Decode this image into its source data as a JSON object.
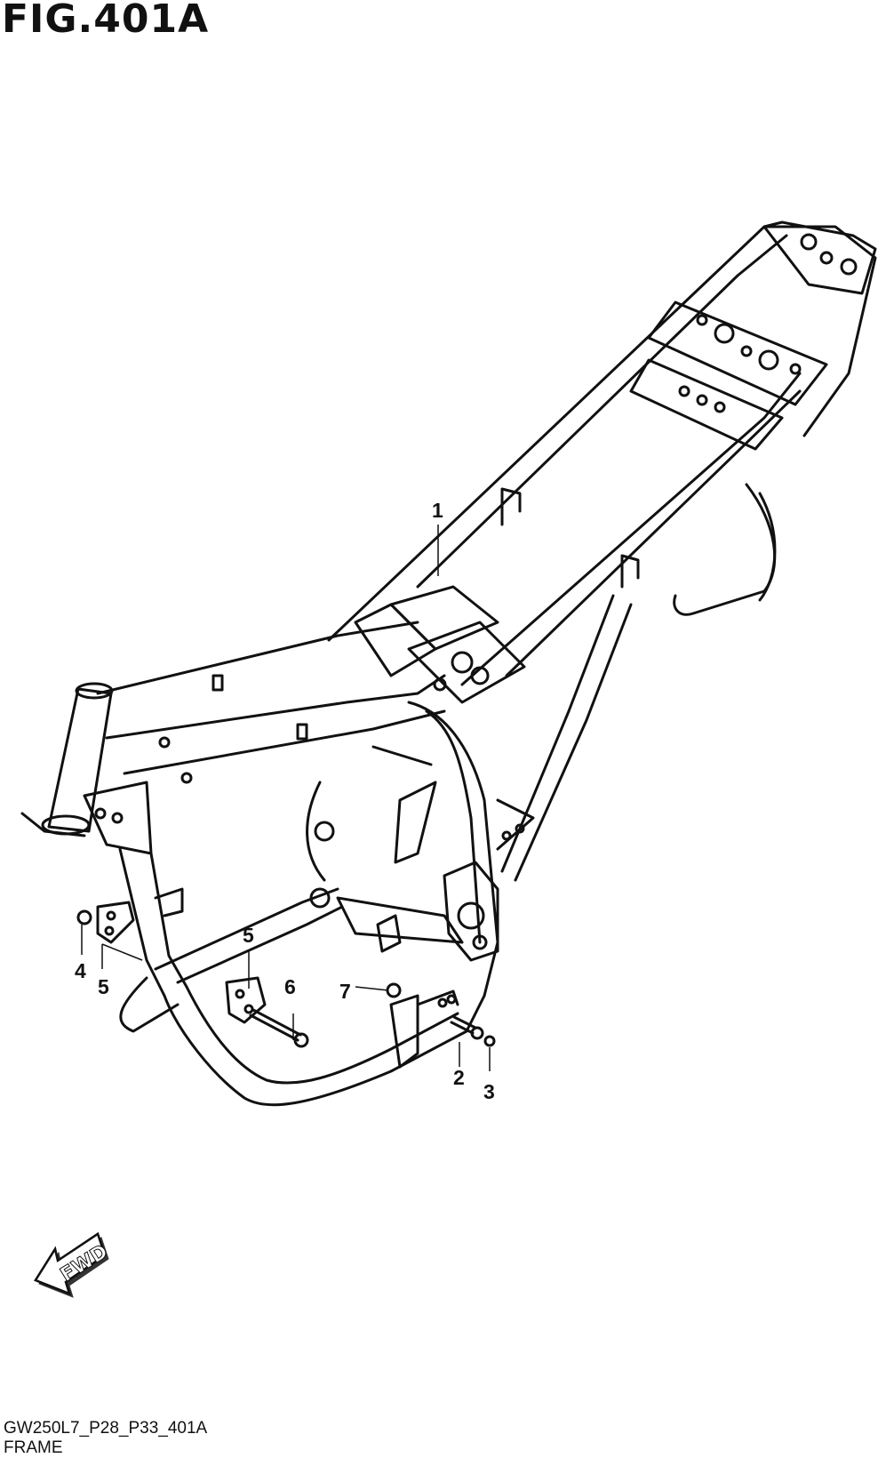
{
  "figure": {
    "title": "FIG.401A",
    "code": "GW250L7_P28_P33_401A",
    "name": "FRAME",
    "fwd_label": "FWD"
  },
  "callouts": [
    {
      "id": "1",
      "label": "1"
    },
    {
      "id": "2",
      "label": "2"
    },
    {
      "id": "3",
      "label": "3"
    },
    {
      "id": "4",
      "label": "4"
    },
    {
      "id": "5a",
      "label": "5"
    },
    {
      "id": "5b",
      "label": "5"
    },
    {
      "id": "6",
      "label": "6"
    },
    {
      "id": "7",
      "label": "7"
    }
  ],
  "colors": {
    "line": "#111111",
    "background": "#ffffff"
  }
}
